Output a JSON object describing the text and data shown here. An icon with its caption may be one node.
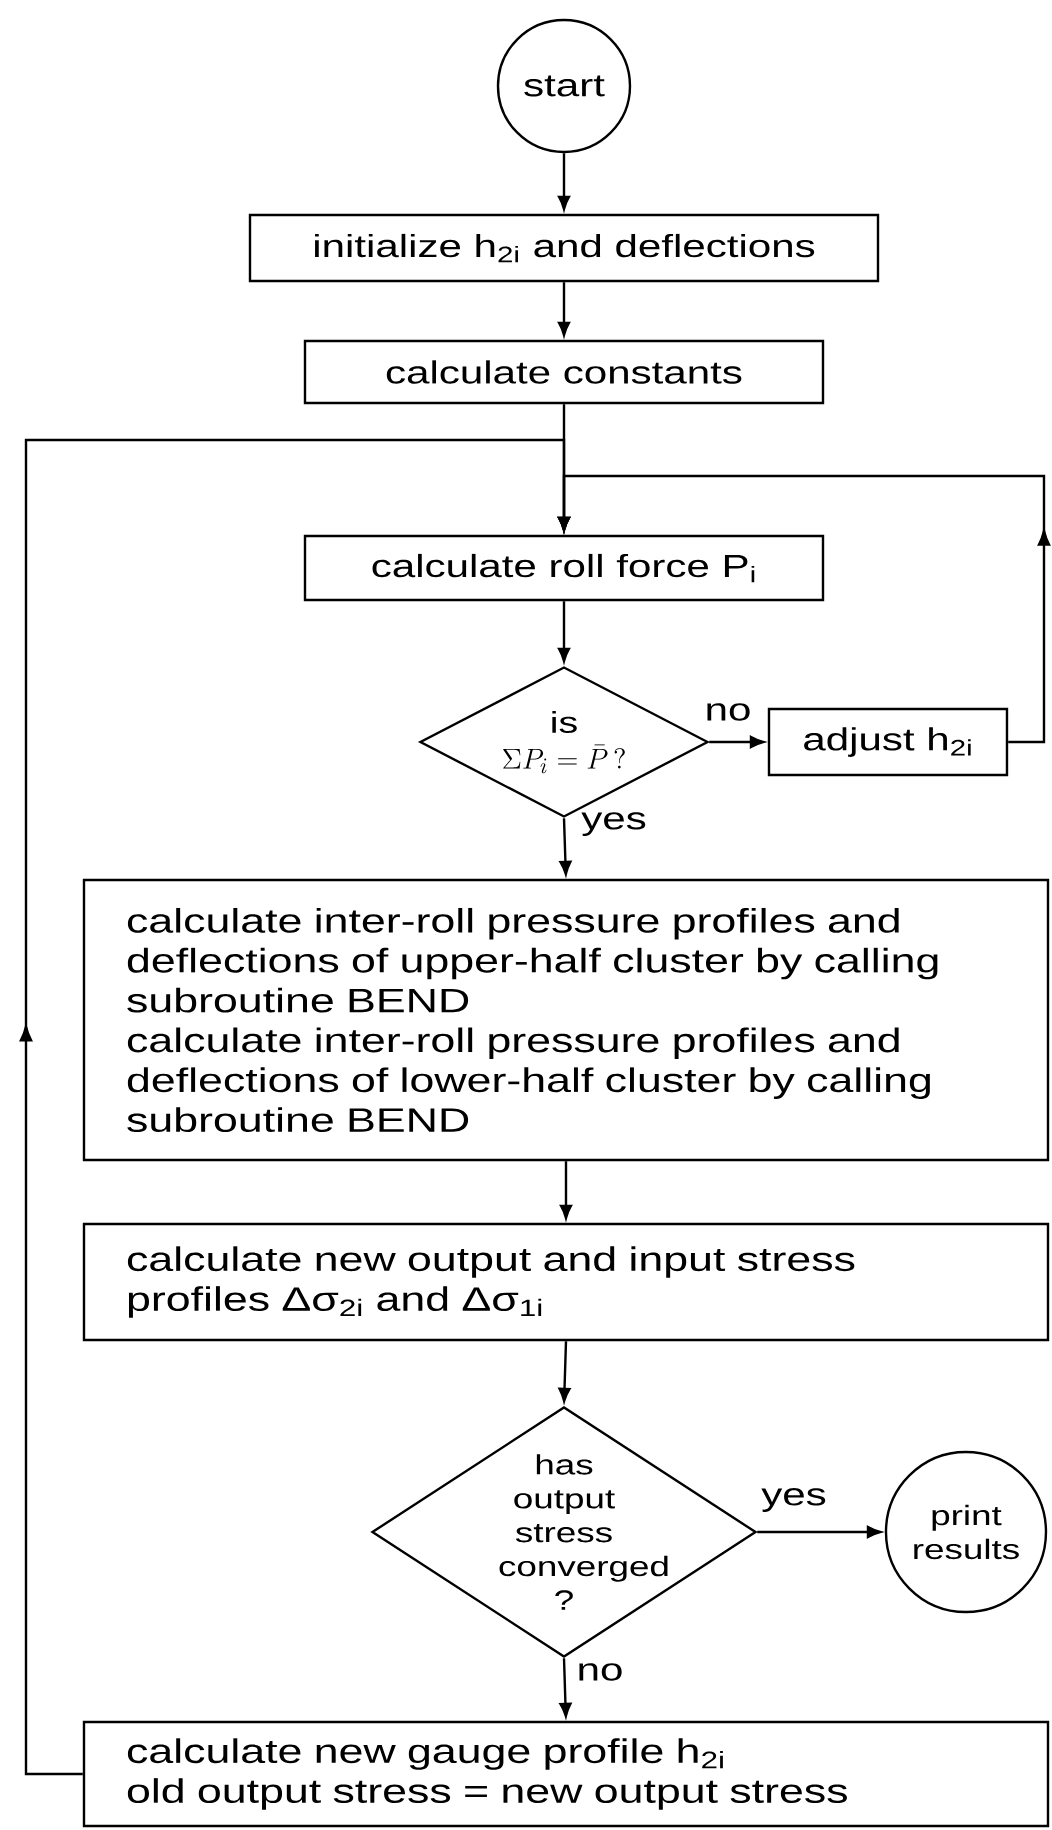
{
  "diagram": {
    "nodes": [
      {
        "text": [
          "start"
        ]
      },
      {
        "text": [
          "initialize h$_{2i}$ and deflections"
        ]
      },
      {
        "text": [
          "calculate constants"
        ]
      },
      {
        "text": [
          "calculate roll force P$_{i}$"
        ]
      },
      {
        "text": [
          "is",
          "\\Sigma P_{i} = \\bar{P}\\,?"
        ]
      },
      {
        "text": [
          "adjust h$_{2i}$"
        ]
      },
      {
        "text": [
          "calculate inter-roll pressure profiles and deflections of upper-half cluster by calling subroutine BEND",
          "calculate inter-roll pressure profiles and deflections of lower-half cluster by calling subroutine BEND"
        ]
      },
      {
        "text": [
          "calculate new output and input stress profiles Δσ$_{2i}$ and Δσ$_{1i}$"
        ]
      },
      {
        "text": [
          "has output stress converged ?"
        ]
      },
      {
        "text": [
          "print results"
        ]
      },
      {
        "text": [
          "calculate new gauge profile h$_{2i}$",
          "old output stress = new output stress"
        ]
      }
    ],
    "edges": [
      {
        "from": 0,
        "to": 1,
        "arrow": "to"
      },
      {
        "from": 1,
        "to": 2,
        "arrow": "to"
      },
      {
        "from": 2,
        "to": 3,
        "arrow": "to"
      },
      {
        "from": 3,
        "to": 4,
        "arrow": "to"
      },
      {
        "from": 4,
        "to": 5,
        "arrow": "to",
        "label": "no"
      },
      {
        "from": 5,
        "to": 3,
        "arrow": "to"
      },
      {
        "from": 4,
        "to": 6,
        "arrow": "to",
        "label": "yes"
      },
      {
        "from": 6,
        "to": 7,
        "arrow": "to"
      },
      {
        "from": 7,
        "to": 8,
        "arrow": "to"
      },
      {
        "from": 8,
        "to": 9,
        "arrow": "to",
        "label": "yes"
      },
      {
        "from": 8,
        "to": 10,
        "arrow": "to",
        "label": "no"
      },
      {
        "from": 10,
        "to": 3,
        "arrow": "to"
      }
    ]
  }
}
